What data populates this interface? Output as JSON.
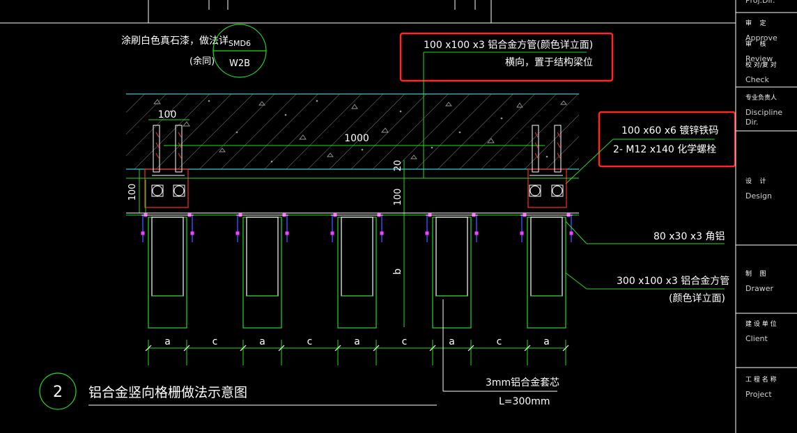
{
  "colors": {
    "background": "#000000",
    "line_white": "#ffffff",
    "line_green": "#22dd22",
    "line_cyan": "#36c9cf",
    "line_red": "#ff2a2a",
    "line_magenta": "#ff3cff",
    "line_blue": "#4050ff",
    "annotation_box": "#ff2626",
    "hatch_gray": "#8a8a8a"
  },
  "notes": {
    "finish_line1": "涂刷白色真石漆，做法详",
    "finish_line2": "(余同)",
    "ref_code": "SMD6",
    "ref_sheet": "W2B",
    "tube_line1": "100 x100 x3 铝合金方管(颜色详立面)",
    "tube_line2": "横向，置于结构梁位",
    "bracket_line1": "100 x60 x6 镀锌铁码",
    "bracket_line2": "2- M12 x140 化学螺栓",
    "angle_label": "80 x30 x3 角铝",
    "fin_line1": "300 x100 x3 铝合金方管",
    "fin_line2": "(颜色详立面)",
    "core_line1": "3mm铝合金套芯",
    "core_line2": "L=300mm"
  },
  "dims": {
    "d100_top": "100",
    "d1000": "1000",
    "d20": "20",
    "d100_mid": "100",
    "d100_left": "100",
    "b": "b",
    "bottom": [
      "a",
      "c",
      "a",
      "c",
      "a",
      "c",
      "a",
      "c",
      "a"
    ]
  },
  "title": {
    "number": "2",
    "text": "铝合金竖向格栅做法示意图"
  },
  "title_block": [
    {
      "cn": "",
      "en": "Proj.Dir."
    },
    {
      "cn": "审    定",
      "en": "Approve"
    },
    {
      "cn": "审    核",
      "en": "Review"
    },
    {
      "cn": "校 对/复 对",
      "en": "Check"
    },
    {
      "cn": "专业负责人",
      "en": "Discipline Dir."
    },
    {
      "cn": "设    计",
      "en": "Design"
    },
    {
      "cn": "制    图",
      "en": "Drawer"
    },
    {
      "cn": "建 设 单 位",
      "en": "Client"
    },
    {
      "cn": "工 程 名 称",
      "en": "Project"
    }
  ]
}
